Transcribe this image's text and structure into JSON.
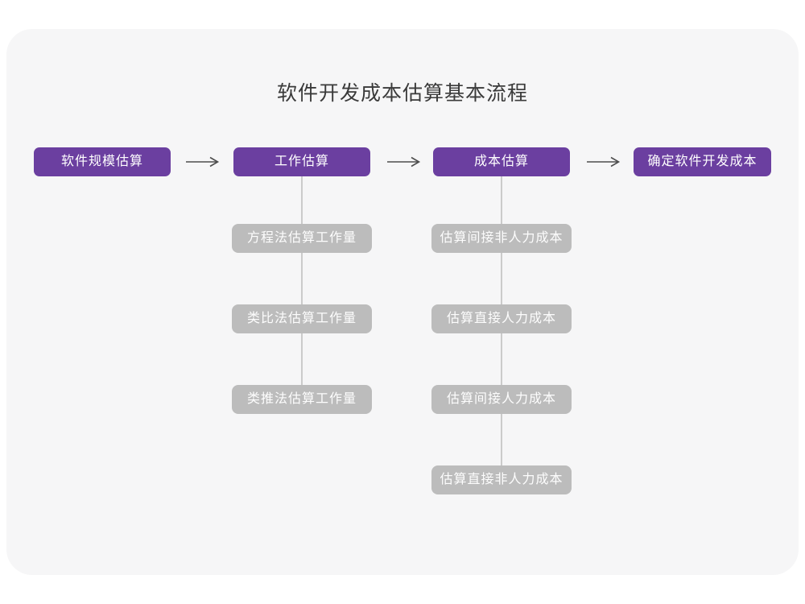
{
  "page": {
    "title": "软件开发成本估算基本流程"
  },
  "colors": {
    "page_background": "#ffffff",
    "card_background": "#f6f6f7",
    "primary_step": "#6b3fa0",
    "sub_node": "#bcbcbc",
    "sub_node_text": "#fdfdfd",
    "connector_line": "#cbcbcb",
    "arrow": "#4d4d4d",
    "title_text": "#3a3a3a"
  },
  "flow": {
    "steps": [
      {
        "label": "软件规模估算"
      },
      {
        "label": "工作估算"
      },
      {
        "label": "成本估算"
      },
      {
        "label": "确定软件开发成本"
      }
    ],
    "work_estimation_methods": [
      {
        "label": "方程法估算工作量"
      },
      {
        "label": "类比法估算工作量"
      },
      {
        "label": "类推法估算工作量"
      }
    ],
    "cost_estimation_items": [
      {
        "label": "估算间接非人力成本"
      },
      {
        "label": "估算直接人力成本"
      },
      {
        "label": "估算间接人力成本"
      },
      {
        "label": "估算直接非人力成本"
      }
    ]
  },
  "icons": {
    "flow_arrow": "arrow-right-icon"
  }
}
